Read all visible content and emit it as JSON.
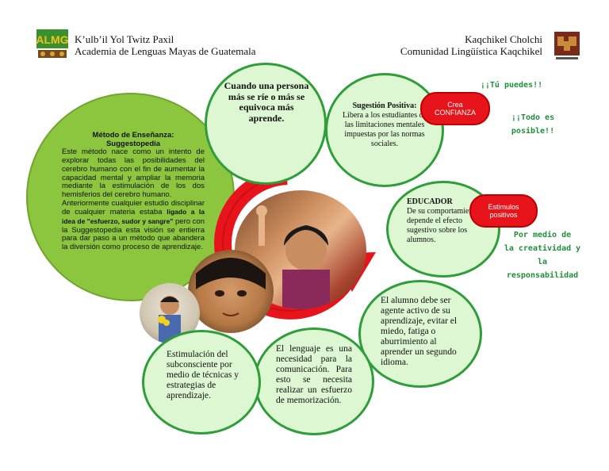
{
  "header": {
    "left_line1": "K’ulb’il Yol Twitz Paxil",
    "left_line2": "Academia de Lenguas Mayas de Guatemala",
    "right_line1": "Kaqchikel Cholchi",
    "right_line2": "Comunidad Lingüística Kaqchikel",
    "logo_left_text": "ALMG"
  },
  "method": {
    "title_line1": "Método de Enseñanza:",
    "title_line2": "Suggestopedia",
    "para1": "Este método nace como un intento de explorar todas las posibilidades del cerebro humano con el fin de aumentar la capacidad mental y ampliar la memoria mediante la estimulación de los dos hemisferios del cerebro humano.",
    "para2_a": "Anteriormente cualquier estudio disciplinar de cualquier materia estaba",
    "para2_bold": "ligado a la idea de \"esfuerzo, sudor y sangre\"",
    "para2_b": "pero con la Suggestopedia esta visión se entierra para dar paso a un método que abandera la diversión como proceso de aprendizaje."
  },
  "bubbles": {
    "top_center": "Cuando una persona más se ríe o más se equivoca más aprende.",
    "suggestion_title": "Sugestión Positiva:",
    "suggestion_body": "Libera a los estudiantes de las limitaciones mentales impuestas por las normas sociales.",
    "educator_title": "EDUCADOR",
    "educator_body": "De su comportamiento depende el efecto sugestivo sobre los alumnos.",
    "student": "El alumno debe ser agente activo de su aprendizaje, evitar el miedo, fatiga o aburrimiento al aprender un segundo idioma.",
    "language": "El lenguaje es una necesidad para la comunicación. Para esto se necesita realizar un esfuerzo de memorización.",
    "subconscious": "Estimulación del subconsciente por medio de técnicas y estrategias de aprendizaje."
  },
  "pills": {
    "crea_line1": "Crea",
    "crea_line2": "CONFIANZA",
    "estimulos_line1": "Estimulos",
    "estimulos_line2": "positivos"
  },
  "notes": {
    "tu_puedes": "¡¡Tú puedes!!",
    "todo_posible": "¡¡Todo es posible!!",
    "creatividad_line1": "Por medio de",
    "creatividad_line2": "la creatividad y",
    "creatividad_line3": "la",
    "creatividad_line4": "responsabilidad"
  },
  "colors": {
    "green_border": "#2f9e3a",
    "light_green": "#dcf7d2",
    "method_green": "#8cc63f",
    "arrow_red": "#e8141b"
  }
}
